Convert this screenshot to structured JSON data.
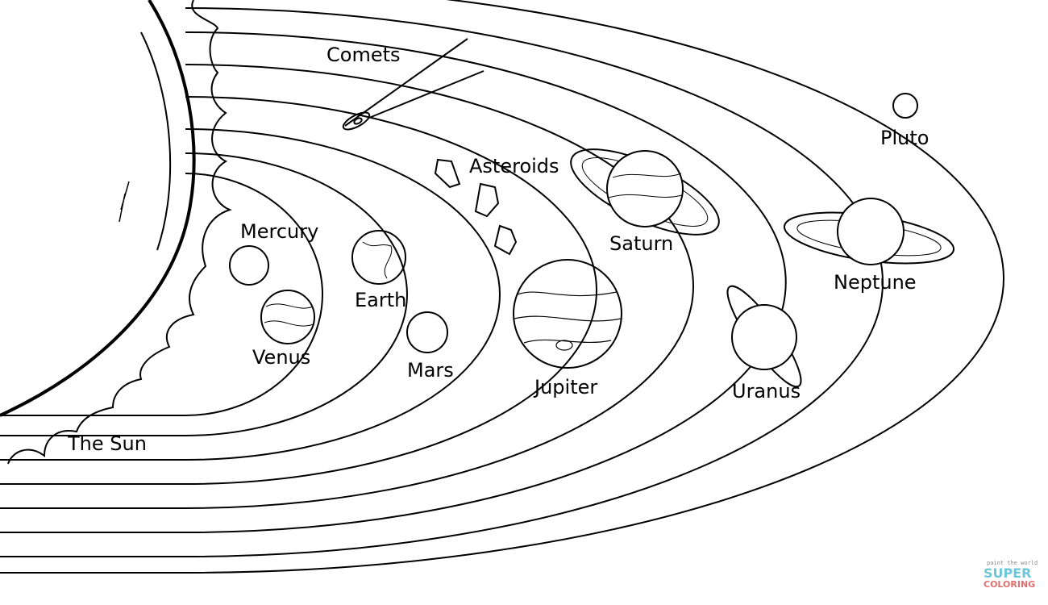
{
  "labels": {
    "sun": "The Sun",
    "mercury": "Mercury",
    "venus": "Venus",
    "earth": "Earth",
    "mars": "Mars",
    "asteroids": "Asteroids",
    "jupiter": "Jupiter",
    "saturn": "Saturn",
    "uranus": "Uranus",
    "neptune": "Neptune",
    "pluto": "Pluto",
    "comets": "Comets"
  },
  "watermark": {
    "tagline": "paint the world",
    "line1": "SUPER",
    "line2": "COLORING"
  },
  "colors": {
    "line": "#000000",
    "background": "#ffffff"
  }
}
